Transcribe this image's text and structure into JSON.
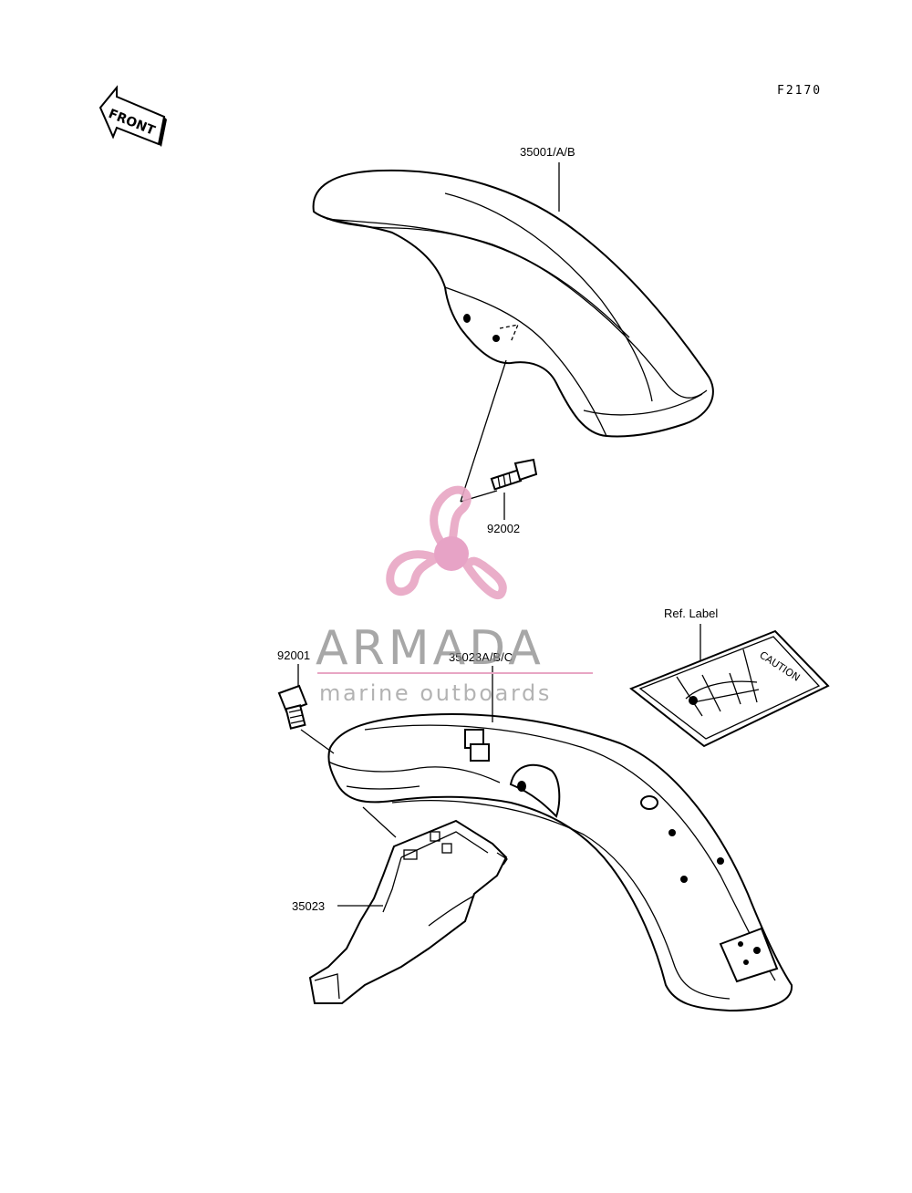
{
  "figure_code": "F2170",
  "front_label": "FRONT",
  "parts": {
    "front_fender": "35001/A/B",
    "bolt_front": "92002",
    "bolt_rear": "92001",
    "rear_fender": "35023A/B/C",
    "inner_fender": "35023",
    "ref_label": "Ref. Label"
  },
  "caution_label": "CAUTION",
  "watermark": {
    "brand": "ARMADA",
    "tagline": "marine outboards",
    "colors": {
      "logo_pink": "#e8a6c4",
      "logo_center": "#e59ac0",
      "text_gray": "#8a8a8a"
    }
  }
}
